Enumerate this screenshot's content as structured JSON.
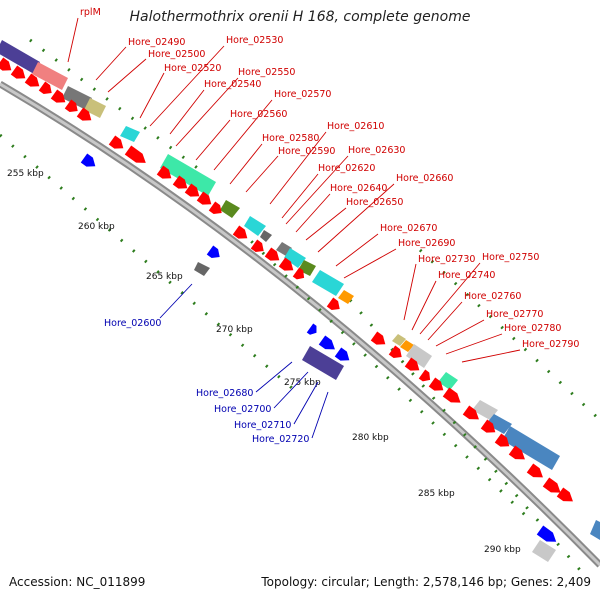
{
  "title": "Halothermothrix orenii H 168, complete genome",
  "accession": "Accession: NC_011899",
  "summary": "Topology: circular; Length: 2,578,146 bp; Genes: 2,409",
  "colors": {
    "backbone": "#8a8a8a",
    "tick": "#2e7d1e",
    "forward_gene": "#ff0000",
    "reverse_gene": "#0000ff",
    "label_forward": "#d00000",
    "label_reverse": "#0000b0"
  },
  "scale_labels": [
    "255 kbp",
    "260 kbp",
    "265 kbp",
    "270 kbp",
    "275 kbp",
    "280 kbp",
    "285 kbp",
    "290 kbp"
  ],
  "gene_labels": {
    "forward": [
      "rplM",
      "Hore_02490",
      "Hore_02500",
      "Hore_02520",
      "Hore_02530",
      "Hore_02540",
      "Hore_02550",
      "Hore_02560",
      "Hore_02570",
      "Hore_02580",
      "Hore_02590",
      "Hore_02610",
      "Hore_02620",
      "Hore_02630",
      "Hore_02640",
      "Hore_02650",
      "Hore_02660",
      "Hore_02670",
      "Hore_02690",
      "Hore_02730",
      "Hore_02740",
      "Hore_02750",
      "Hore_02760",
      "Hore_02770",
      "Hore_02780",
      "Hore_02790"
    ],
    "reverse": [
      "Hore_02600",
      "Hore_02680",
      "Hore_02700",
      "Hore_02710",
      "Hore_02720"
    ]
  }
}
